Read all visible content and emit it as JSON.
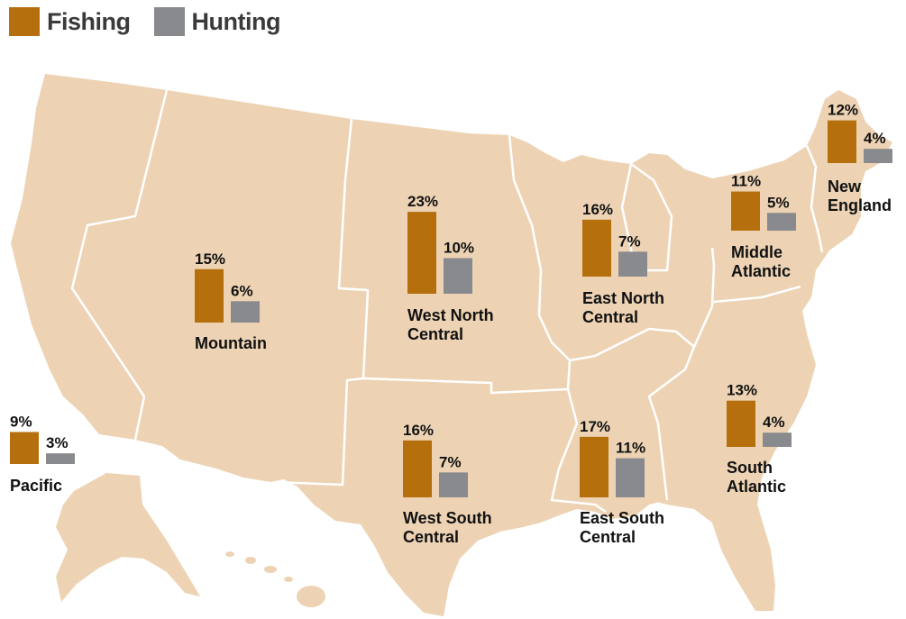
{
  "legend": {
    "fishing_label": "Fishing",
    "hunting_label": "Hunting"
  },
  "colors": {
    "fishing": "#B5700D",
    "hunting": "#898A8D",
    "land": "#EDD3B4",
    "border": "#FFFFFF"
  },
  "chart_data": {
    "type": "bar",
    "series": [
      {
        "name": "Fishing"
      },
      {
        "name": "Hunting"
      }
    ],
    "regions": [
      {
        "id": "pacific",
        "name_lines": [
          "Pacific"
        ],
        "fishing": 9,
        "hunting": 3,
        "fishing_label": "9%",
        "hunting_label": "3%"
      },
      {
        "id": "mountain",
        "name_lines": [
          "Mountain"
        ],
        "fishing": 15,
        "hunting": 6,
        "fishing_label": "15%",
        "hunting_label": "6%"
      },
      {
        "id": "west-north-central",
        "name_lines": [
          "West North",
          "Central"
        ],
        "fishing": 23,
        "hunting": 10,
        "fishing_label": "23%",
        "hunting_label": "10%"
      },
      {
        "id": "east-north-central",
        "name_lines": [
          "East North",
          "Central"
        ],
        "fishing": 16,
        "hunting": 7,
        "fishing_label": "16%",
        "hunting_label": "7%"
      },
      {
        "id": "middle-atlantic",
        "name_lines": [
          "Middle",
          "Atlantic"
        ],
        "fishing": 11,
        "hunting": 5,
        "fishing_label": "11%",
        "hunting_label": "5%"
      },
      {
        "id": "new-england",
        "name_lines": [
          "New",
          "England"
        ],
        "fishing": 12,
        "hunting": 4,
        "fishing_label": "12%",
        "hunting_label": "4%"
      },
      {
        "id": "west-south-central",
        "name_lines": [
          "West South",
          "Central"
        ],
        "fishing": 16,
        "hunting": 7,
        "fishing_label": "16%",
        "hunting_label": "7%"
      },
      {
        "id": "east-south-central",
        "name_lines": [
          "East South",
          "Central"
        ],
        "fishing": 17,
        "hunting": 11,
        "fishing_label": "17%",
        "hunting_label": "11%"
      },
      {
        "id": "south-atlantic",
        "name_lines": [
          "South",
          "Atlantic"
        ],
        "fishing": 13,
        "hunting": 4,
        "fishing_label": "13%",
        "hunting_label": "4%"
      }
    ]
  }
}
